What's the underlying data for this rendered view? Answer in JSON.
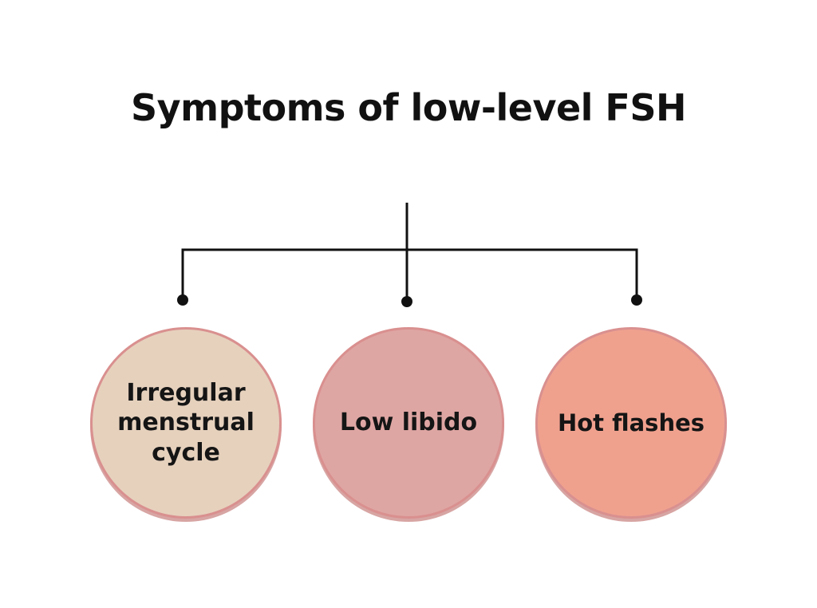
{
  "title": "Symptoms of low-level FSH",
  "nodes": [
    {
      "label": "Irregular menstrual cycle",
      "fill": "#e6d1bd"
    },
    {
      "label": "Low libido",
      "fill": "#dea6a3"
    },
    {
      "label": "Hot flashes",
      "fill": "#f0a18e"
    }
  ],
  "colors": {
    "connector": "#111111",
    "circle_border": "#d9908f",
    "background": "#ffffff"
  }
}
